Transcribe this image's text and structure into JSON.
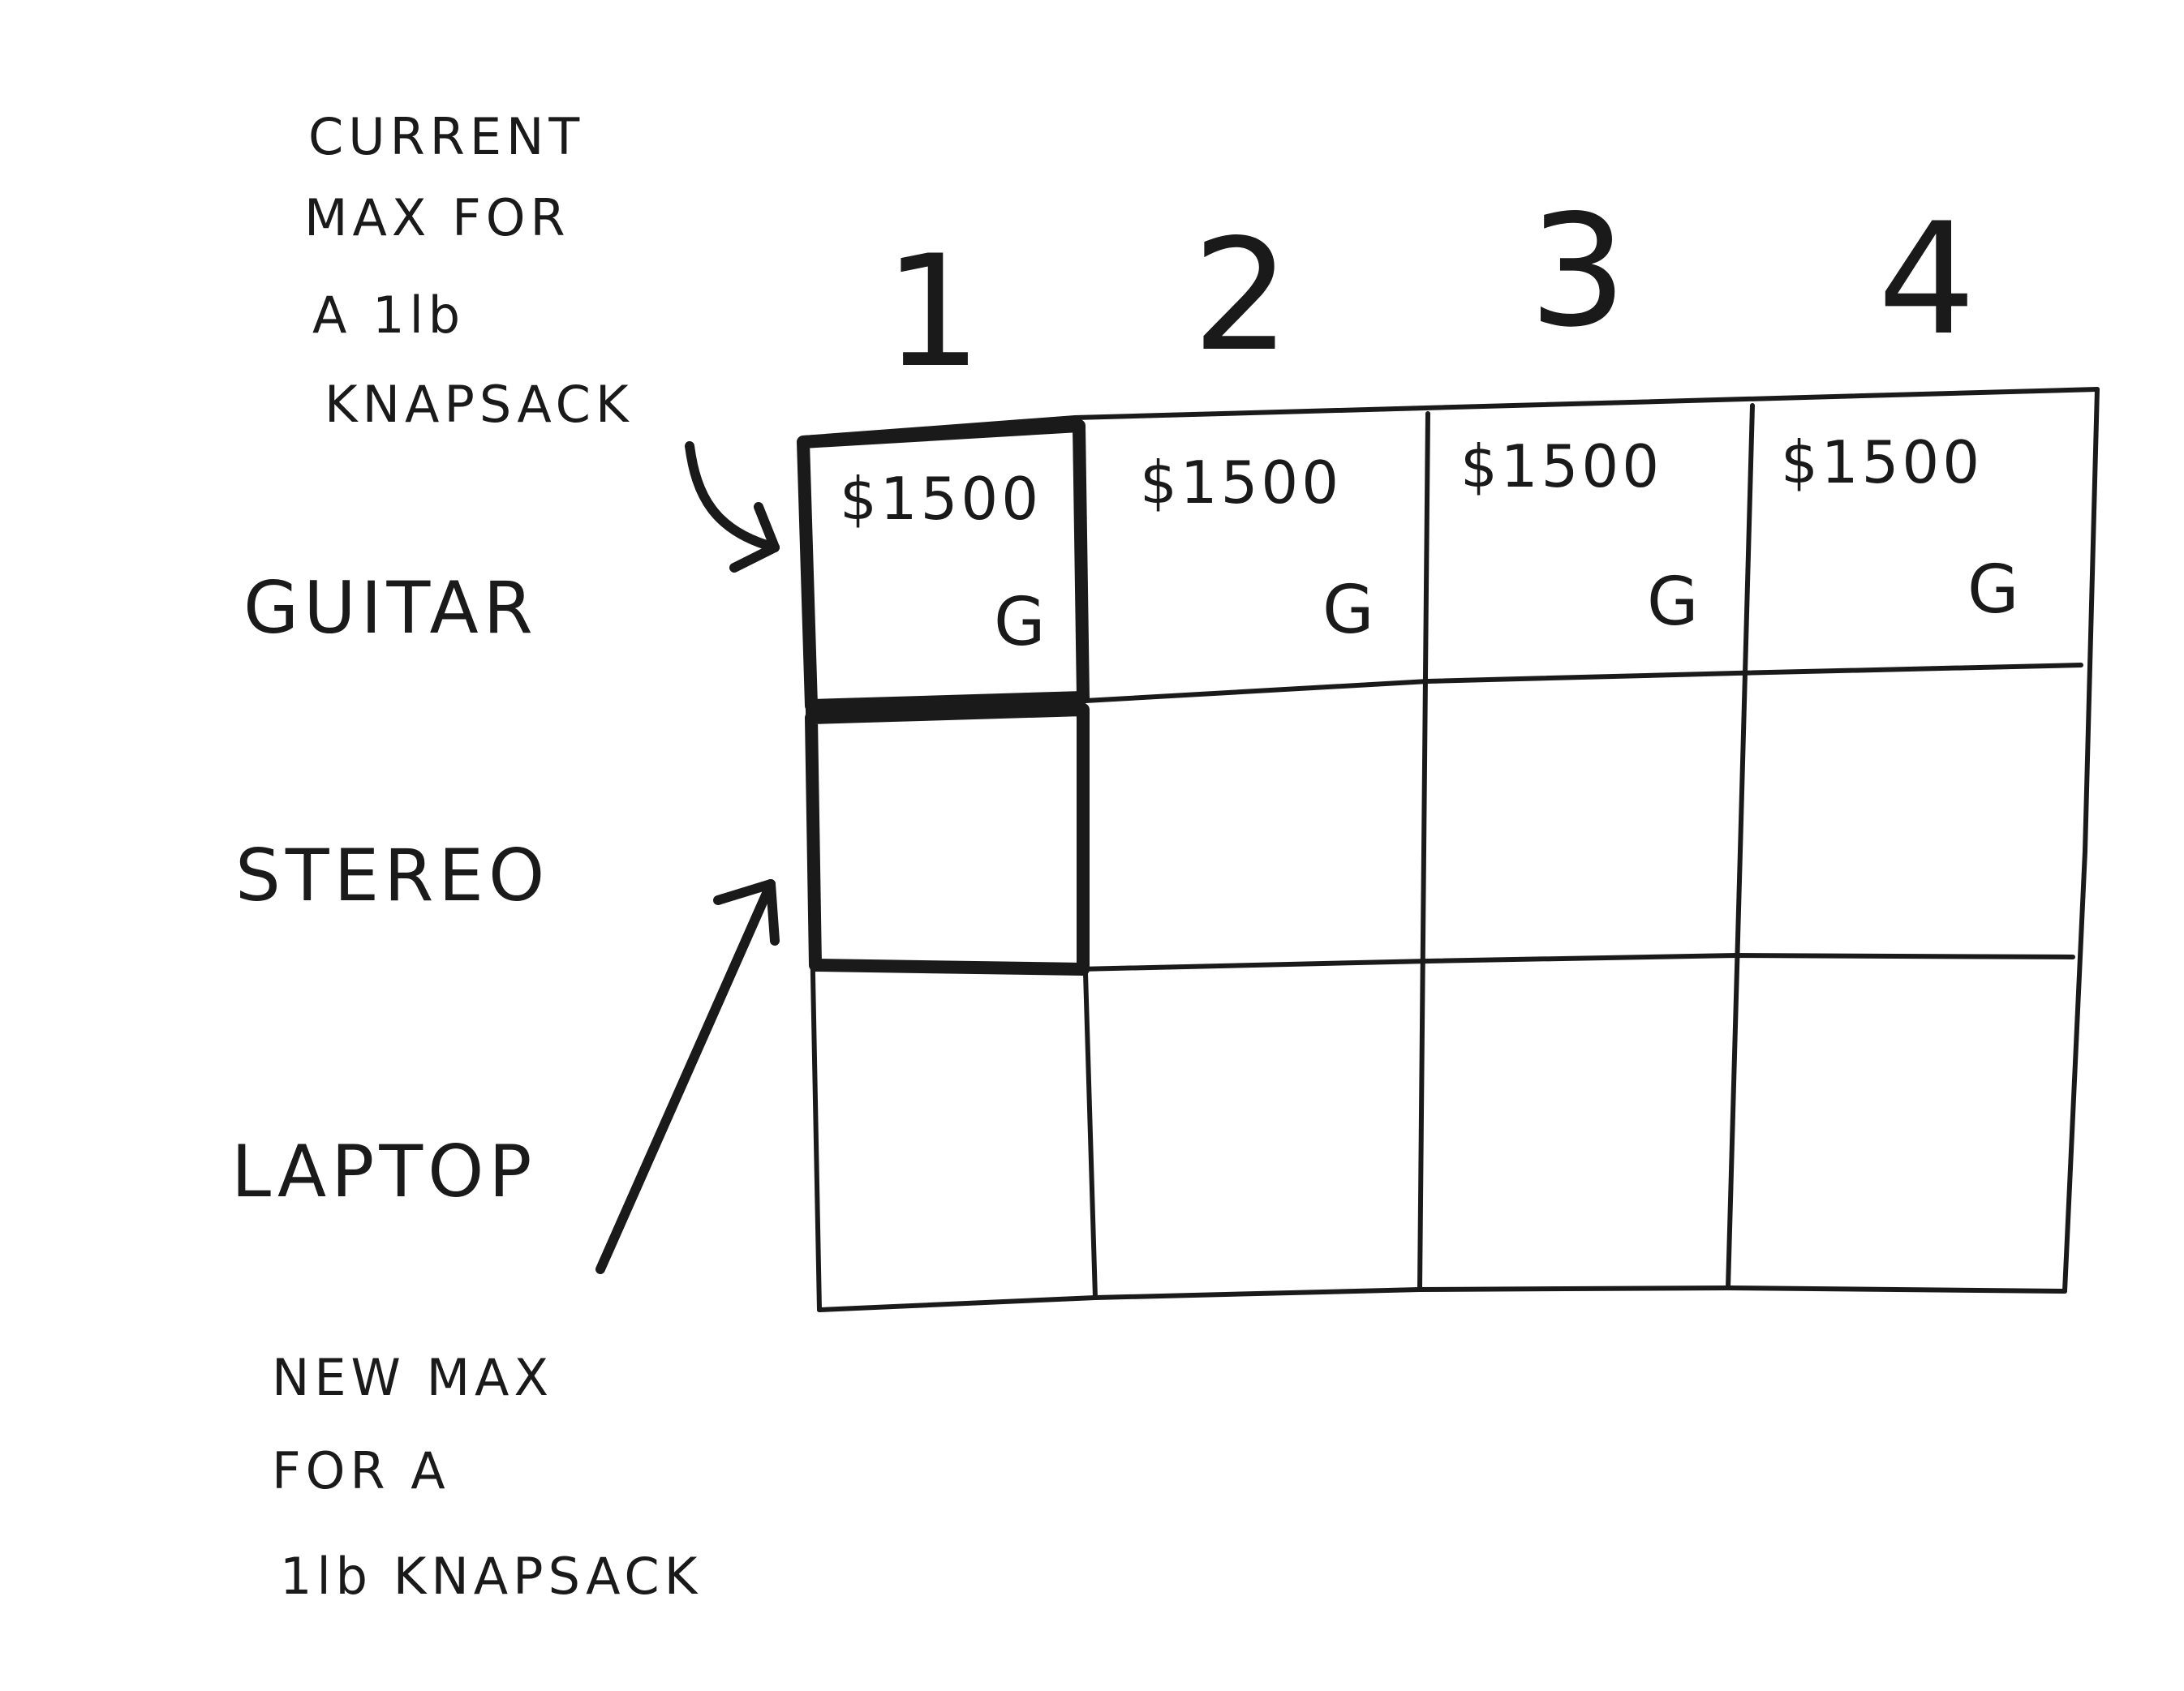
{
  "notes": {
    "current_max": [
      "CURRENT",
      "MAX FOR",
      "A 1lb",
      "KNAPSACK"
    ],
    "new_max": [
      "NEW MAX",
      "FOR A",
      "1lb KNAPSACK"
    ]
  },
  "table": {
    "columns": [
      "1",
      "2",
      "3",
      "4"
    ],
    "rows": [
      {
        "label": "GUITAR",
        "cells": [
          {
            "value": "$1500",
            "item": "G"
          },
          {
            "value": "$1500",
            "item": "G"
          },
          {
            "value": "$1500",
            "item": "G"
          },
          {
            "value": "$1500",
            "item": "G"
          }
        ]
      },
      {
        "label": "STEREO",
        "cells": [
          {
            "value": "",
            "item": ""
          },
          {
            "value": "",
            "item": ""
          },
          {
            "value": "",
            "item": ""
          },
          {
            "value": "",
            "item": ""
          }
        ]
      },
      {
        "label": "LAPTOP",
        "cells": [
          {
            "value": "",
            "item": ""
          },
          {
            "value": "",
            "item": ""
          },
          {
            "value": "",
            "item": ""
          },
          {
            "value": "",
            "item": ""
          }
        ]
      }
    ]
  },
  "colors": {
    "ink": "#1a1a1a",
    "paper": "#ffffff"
  }
}
